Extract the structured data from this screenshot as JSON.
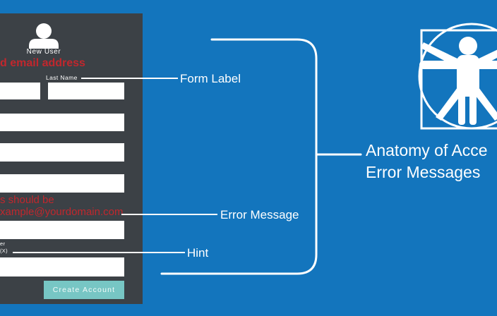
{
  "colors": {
    "background_blue": "#1375BD",
    "card_dark": "#3C4146",
    "error_red": "#C1272D",
    "button_teal": "#77C6C4",
    "line_white": "#FFFFFF"
  },
  "form": {
    "user_icon": "user-silhouette-icon",
    "user_label": "New User",
    "top_error_text": "d email address",
    "last_name_label": "Last Name",
    "mid_error_line1": "s should be",
    "mid_error_line2": "xample@yourdomain.com",
    "hint_line1": "er",
    "hint_line2": "(X)",
    "submit_label": "Create Account"
  },
  "annotations": {
    "form_label": "Form Label",
    "error_message": "Error Message",
    "hint": "Hint"
  },
  "title": {
    "line1": "Anatomy of Acce",
    "line2": "Error Messages"
  },
  "icons": {
    "vitruvian": "vitruvian-man-accessibility-icon"
  }
}
